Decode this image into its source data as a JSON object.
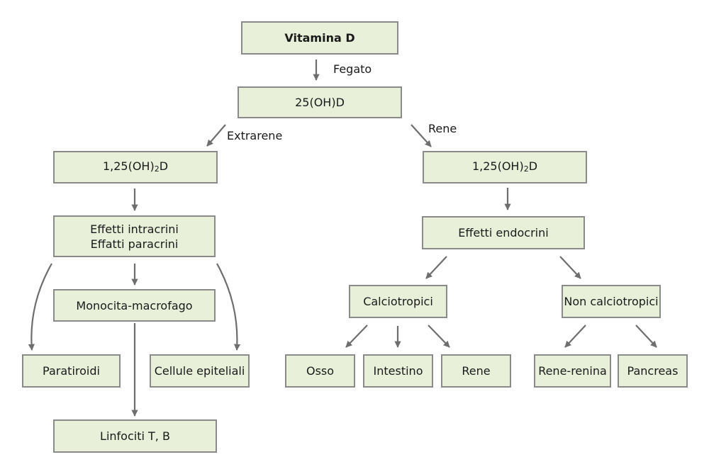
{
  "nodes": {
    "vitd": "Vitamina D",
    "oh25": "25(OH)D",
    "d125_left_a": "1,25(OH)",
    "d125_left_sub": "2",
    "d125_left_b": "D",
    "d125_right_a": "1,25(OH)",
    "d125_right_sub": "2",
    "d125_right_b": "D",
    "intracrini": "Effetti intracrini",
    "paracrini": "Effatti paracrini",
    "monocita": "Monocita-macrofago",
    "paratiroidi": "Paratiroidi",
    "epiteliali": "Cellule epiteliali",
    "linfociti": "Linfociti T, B",
    "endocrini": "Effetti endocrini",
    "calciotropici": "Calciotropici",
    "noncalcio": "Non calciotropici",
    "osso": "Osso",
    "intestino": "Intestino",
    "rene_box": "Rene",
    "renina": "Rene-renina",
    "pancreas": "Pancreas"
  },
  "labels": {
    "fegato": "Fegato",
    "extrarene": "Extrarene",
    "rene": "Rene"
  },
  "colors": {
    "box_fill": "#e8f0da",
    "box_border": "#8a8a8a",
    "arrow": "#6e6e6e"
  }
}
